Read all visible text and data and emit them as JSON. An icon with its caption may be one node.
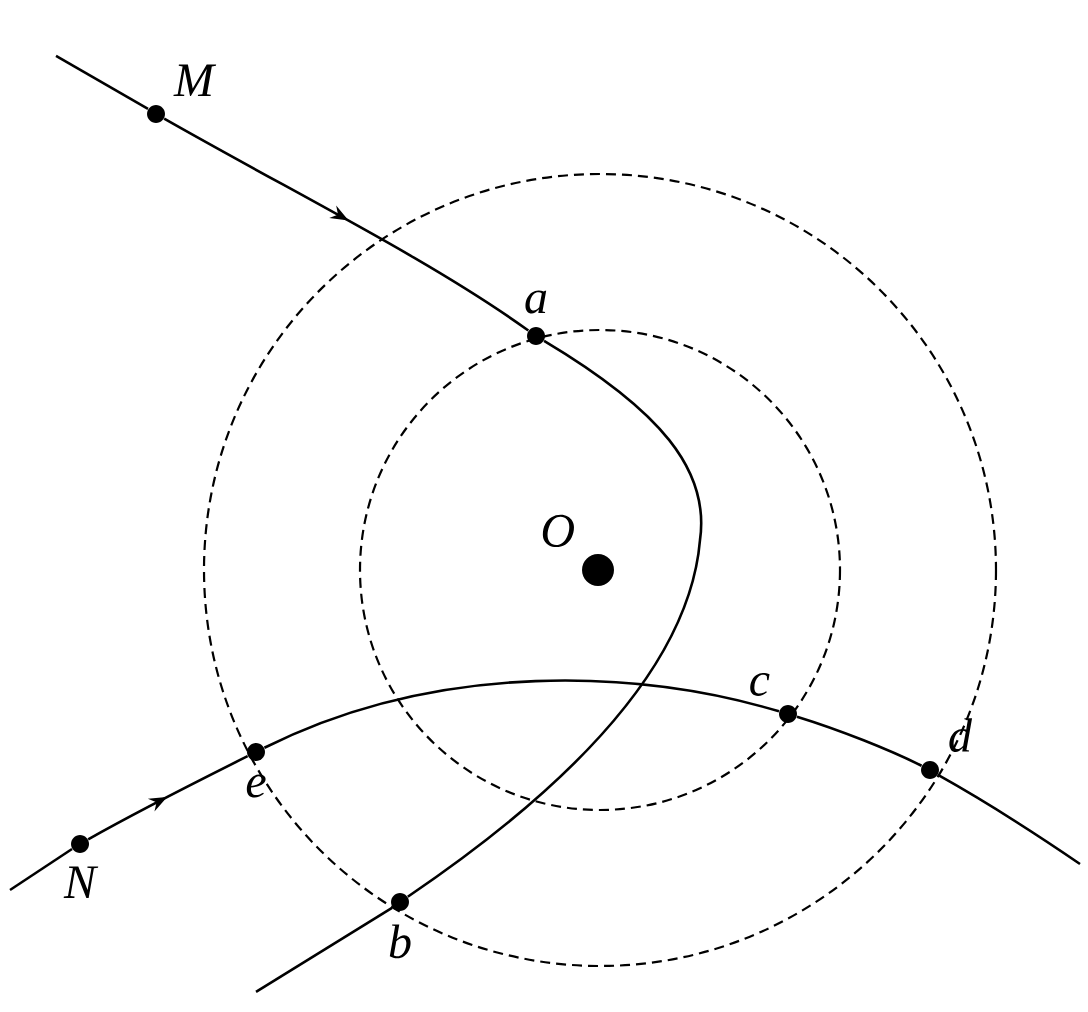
{
  "diagram": {
    "nodes": [
      {
        "text": [
          "M"
        ]
      },
      {
        "text": [
          "a"
        ]
      },
      {
        "text": [
          "b"
        ]
      },
      {
        "text": [
          "N"
        ]
      },
      {
        "text": [
          "e"
        ]
      },
      {
        "text": [
          "c"
        ]
      },
      {
        "text": [
          "d"
        ]
      },
      {
        "text": [
          "O"
        ]
      }
    ],
    "edges": [
      {
        "from": 0,
        "to": 1,
        "arrow": "to"
      },
      {
        "from": 1,
        "to": 2,
        "arrow": "none"
      },
      {
        "from": 3,
        "to": 4,
        "arrow": "to"
      },
      {
        "from": 4,
        "to": 5,
        "arrow": "none"
      },
      {
        "from": 5,
        "to": 6,
        "arrow": "none"
      }
    ]
  }
}
